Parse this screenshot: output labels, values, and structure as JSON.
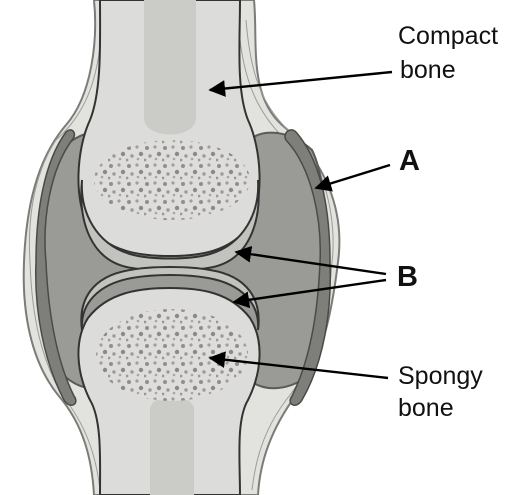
{
  "labels": {
    "compact_line1": "Compact",
    "compact_line2": "bone",
    "spongy_line1": "Spongy",
    "spongy_line2": "bone",
    "a": "A",
    "b": "B"
  },
  "colors": {
    "bone": "#dcdcda",
    "marrow_canal": "#cbcbc8",
    "cartilage": "#c2c2bf",
    "synovial_cavity": "#9a9a97",
    "capsule": "#e2e2df",
    "capsule_stroke": "#7b7b78",
    "outline": "#333333",
    "arrow": "#000000"
  }
}
